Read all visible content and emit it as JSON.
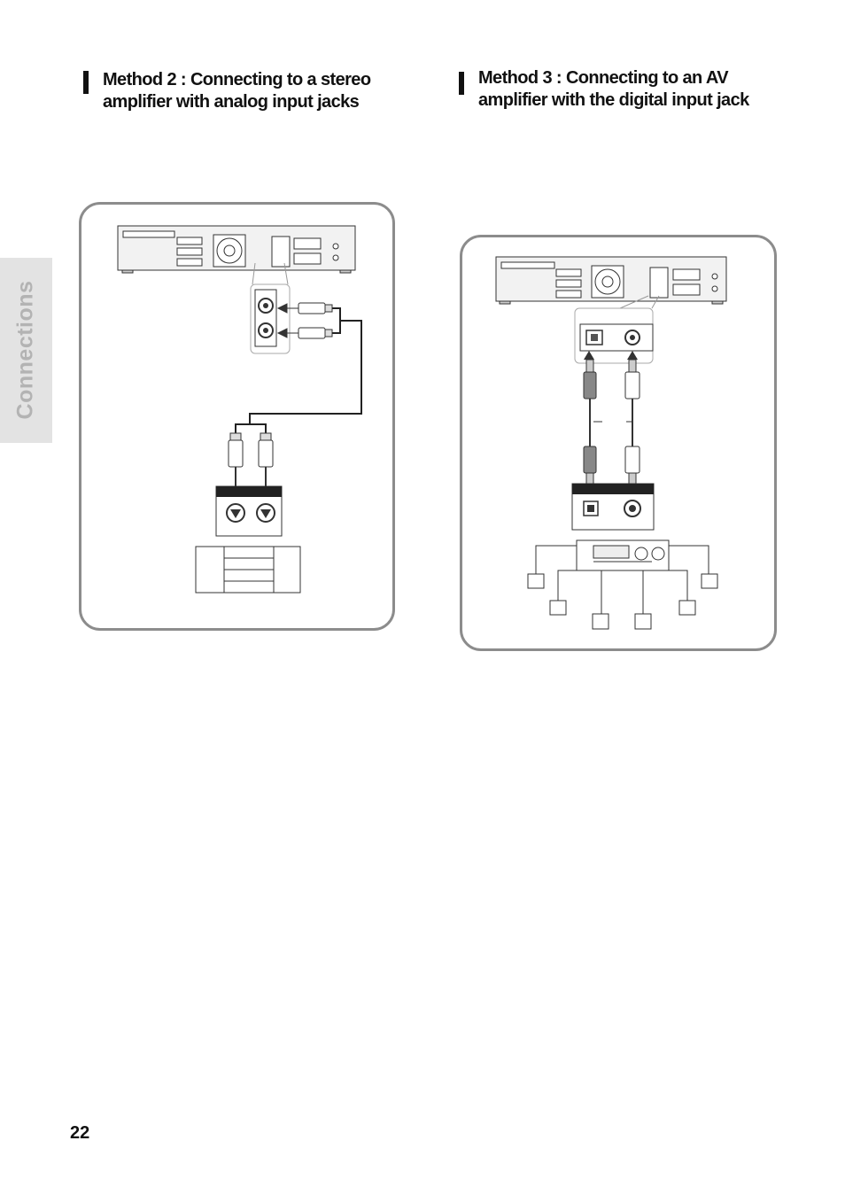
{
  "sidebar": {
    "tab_label": "Connections"
  },
  "method2": {
    "title_line1": "Method 2 : Connecting to a stereo",
    "title_line2": "amplifier with analog input jacks"
  },
  "method3": {
    "title_line1": "Method 3 : Connecting to an AV",
    "title_line2": "amplifier with the digital input jack"
  },
  "page": {
    "number": "22"
  }
}
